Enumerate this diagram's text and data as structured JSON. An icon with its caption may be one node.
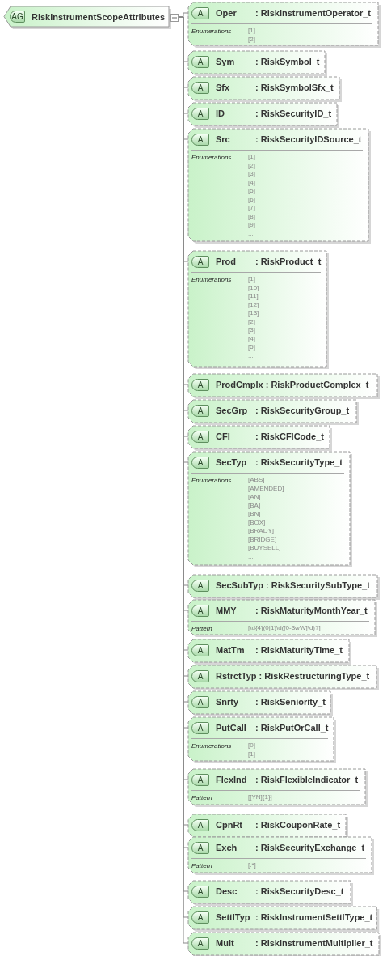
{
  "diagram": {
    "nodes": [
      {
        "text": [
          "AG",
          "RiskInstrumentScopeAttributes"
        ]
      },
      {
        "text": [
          "A",
          "Oper",
          ": RiskInstrumentOperator_t",
          "Enumerations",
          "[1]",
          "[2]"
        ]
      },
      {
        "text": [
          "A",
          "Sym",
          ": RiskSymbol_t"
        ]
      },
      {
        "text": [
          "A",
          "Sfx",
          ": RiskSymbolSfx_t"
        ]
      },
      {
        "text": [
          "A",
          "ID",
          ": RiskSecurityID_t"
        ]
      },
      {
        "text": [
          "A",
          "Src",
          ": RiskSecurityIDSource_t",
          "Enumerations",
          "[1]",
          "[2]",
          "[3]",
          "[4]",
          "[5]",
          "[6]",
          "[7]",
          "[8]",
          "[9]",
          "..."
        ]
      },
      {
        "text": [
          "A",
          "Prod",
          ": RiskProduct_t",
          "Enumerations",
          "[1]",
          "[10]",
          "[11]",
          "[12]",
          "[13]",
          "[2]",
          "[3]",
          "[4]",
          "[5]",
          "..."
        ]
      },
      {
        "text": [
          "A",
          "ProdCmplx",
          ": RiskProductComplex_t"
        ]
      },
      {
        "text": [
          "A",
          "SecGrp",
          ": RiskSecurityGroup_t"
        ]
      },
      {
        "text": [
          "A",
          "CFI",
          ": RiskCFICode_t"
        ]
      },
      {
        "text": [
          "A",
          "SecTyp",
          ": RiskSecurityType_t",
          "Enumerations",
          "[ABS]",
          "[AMENDED]",
          "[AN]",
          "[BA]",
          "[BN]",
          "[BOX]",
          "[BRADY]",
          "[BRIDGE]",
          "[BUYSELL]",
          "..."
        ]
      },
      {
        "text": [
          "A",
          "SecSubTyp",
          ": RiskSecuritySubType_t"
        ]
      },
      {
        "text": [
          "A",
          "MMY",
          ": RiskMaturityMonthYear_t",
          "Pattern",
          "[\\d{4}(0|1)\\d([0-3wW]\\d)?]"
        ]
      },
      {
        "text": [
          "A",
          "MatTm",
          ": RiskMaturityTime_t"
        ]
      },
      {
        "text": [
          "A",
          "RstrctTyp",
          ": RiskRestructuringType_t"
        ]
      },
      {
        "text": [
          "A",
          "Snrty",
          ": RiskSeniority_t"
        ]
      },
      {
        "text": [
          "A",
          "PutCall",
          ": RiskPutOrCall_t",
          "Enumerations",
          "[0]",
          "[1]"
        ]
      },
      {
        "text": [
          "A",
          "FlexInd",
          ": RiskFlexibleIndicator_t",
          "Pattern",
          "[[YN]{1}]"
        ]
      },
      {
        "text": [
          "A",
          "CpnRt",
          ": RiskCouponRate_t"
        ]
      },
      {
        "text": [
          "A",
          "Exch",
          ": RiskSecurityExchange_t",
          "Pattern",
          "[.*]"
        ]
      },
      {
        "text": [
          "A",
          "Desc",
          ": RiskSecurityDesc_t"
        ]
      },
      {
        "text": [
          "A",
          "SettlTyp",
          ": RiskInstrumentSettlType_t"
        ]
      },
      {
        "text": [
          "A",
          "Mult",
          ": RiskInstrumentMultiplier_t"
        ]
      }
    ],
    "edges": [
      {
        "from": 0,
        "to": 1,
        "arrow": "none"
      },
      {
        "from": 0,
        "to": 2,
        "arrow": "none"
      },
      {
        "from": 0,
        "to": 3,
        "arrow": "none"
      },
      {
        "from": 0,
        "to": 4,
        "arrow": "none"
      },
      {
        "from": 0,
        "to": 5,
        "arrow": "none"
      },
      {
        "from": 0,
        "to": 6,
        "arrow": "none"
      },
      {
        "from": 0,
        "to": 7,
        "arrow": "none"
      },
      {
        "from": 0,
        "to": 8,
        "arrow": "none"
      },
      {
        "from": 0,
        "to": 9,
        "arrow": "none"
      },
      {
        "from": 0,
        "to": 10,
        "arrow": "none"
      },
      {
        "from": 0,
        "to": 11,
        "arrow": "none"
      },
      {
        "from": 0,
        "to": 12,
        "arrow": "none"
      },
      {
        "from": 0,
        "to": 13,
        "arrow": "none"
      },
      {
        "from": 0,
        "to": 14,
        "arrow": "none"
      },
      {
        "from": 0,
        "to": 15,
        "arrow": "none"
      },
      {
        "from": 0,
        "to": 16,
        "arrow": "none"
      },
      {
        "from": 0,
        "to": 17,
        "arrow": "none"
      },
      {
        "from": 0,
        "to": 18,
        "arrow": "none"
      },
      {
        "from": 0,
        "to": 19,
        "arrow": "none"
      },
      {
        "from": 0,
        "to": 20,
        "arrow": "none"
      },
      {
        "from": 0,
        "to": 21,
        "arrow": "none"
      },
      {
        "from": 0,
        "to": 22,
        "arrow": "none"
      }
    ]
  }
}
